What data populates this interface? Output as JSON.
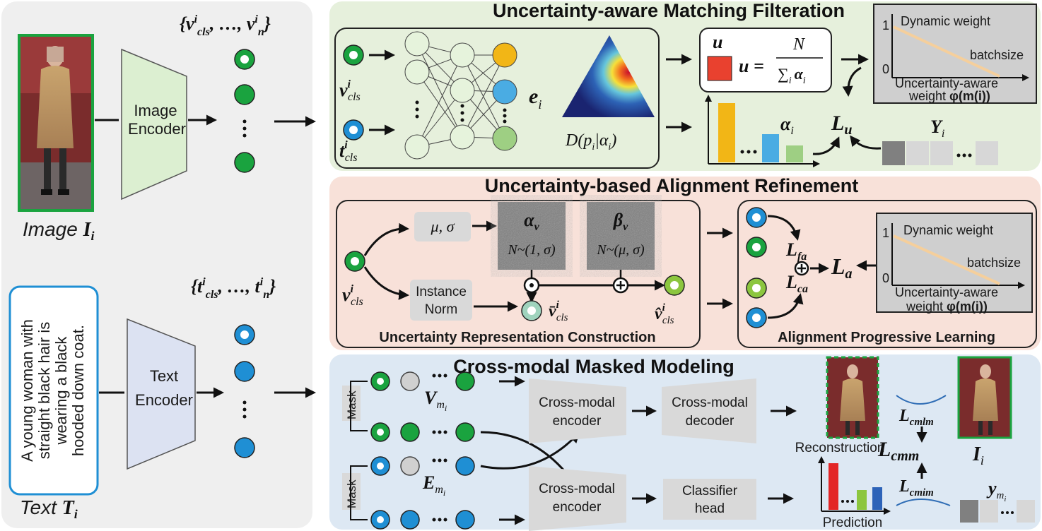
{
  "left": {
    "image_label_prefix": "Image ",
    "image_label_math": "I",
    "image_label_sub": "i",
    "text_label_prefix": "Text ",
    "text_label_math": "T",
    "text_label_sub": "i",
    "image_encoder": [
      "Image",
      "Encoder"
    ],
    "text_encoder": [
      "Text",
      "Encoder"
    ],
    "image_tokens": "{v",
    "image_tokens_rest": ", …, v",
    "text_tokens": "{t",
    "text_tokens_rest": ", …, t",
    "caption_lines": [
      "A young woman with",
      "straight black hair is",
      "wearing a black",
      "hooded down coat."
    ]
  },
  "umf": {
    "title": "Uncertainty-aware Matching Filteration",
    "e": "e",
    "e_sub": "i",
    "dirichlet": "D(p",
    "dirichlet_rest": "|α",
    "u": "u",
    "u_formula_lhs": "u =",
    "u_formula_num": "N",
    "u_formula_den": "∑",
    "alpha": "α",
    "alpha_sub": "i",
    "loss": "L",
    "loss_sub": "u",
    "y": "Y",
    "y_sub": "i",
    "plot": {
      "one": "1",
      "zero": "0",
      "dynamic": "Dynamic weight",
      "batchsize": "batchsize",
      "xlabel1": "Uncertainty-aware",
      "xlabel2": "weight ",
      "xlabel_math": "φ(m(i))"
    },
    "colors": {
      "bar1": "#f2b616",
      "bar2": "#4aace3",
      "bar3": "#9ecf83",
      "u_square": "#e9412f"
    }
  },
  "uar": {
    "title": "Uncertainty-based Alignment Refinement",
    "mu_sigma": "μ, σ",
    "instance_norm": [
      "Instance",
      "Norm"
    ],
    "alpha_v": "α",
    "alpha_v_sub": "v",
    "beta_v": "β",
    "beta_v_sub": "v",
    "n_alpha": "N~(1, σ)",
    "n_beta": "N~(μ, σ)",
    "urc_label": "Uncertainty Representation Construction",
    "apl_label": "Alignment Progressive Learning",
    "l_fa": "L",
    "l_fa_sub": "fa",
    "l_ca": "L",
    "l_ca_sub": "ca",
    "l_a": "L",
    "l_a_sub": "a",
    "plot": {
      "one": "1",
      "zero": "0",
      "dynamic": "Dynamic weight",
      "batchsize": "batchsize",
      "xlabel1": "Uncertainty-aware",
      "xlabel2": "weight ",
      "xlabel_math": "φ(m(i))"
    }
  },
  "cmm": {
    "title": "Cross-modal Masked Modeling",
    "mask": "Mask",
    "v_m": "V",
    "e_m": "E",
    "m_sub": "m",
    "encoder": [
      "Cross-modal",
      "encoder"
    ],
    "decoder": [
      "Cross-modal",
      "decoder"
    ],
    "classifier": [
      "Classifier",
      "head"
    ],
    "reconstruction": "Reconstruction",
    "prediction": "Prediction",
    "l_cmlm": "L",
    "l_cmlm_sub": "cmlm",
    "l_cmm": "L",
    "l_cmm_sub": "cmm",
    "l_cmim": "L",
    "l_cmim_sub": "cmim",
    "i_i": "I",
    "i_i_sub": "i",
    "y_m": "y",
    "colors": {
      "bar1": "#e32626",
      "bar2": "#8cc63e",
      "bar3": "#2d63b8"
    }
  },
  "colors": {
    "green": "#1aa33f",
    "blue": "#1f8fd4",
    "light_green": "#8cc63e",
    "panel_left": "#efefef",
    "panel_umf": "#e6f0dc",
    "panel_uar": "#f8e1d9",
    "panel_cmm": "#dde8f3"
  }
}
